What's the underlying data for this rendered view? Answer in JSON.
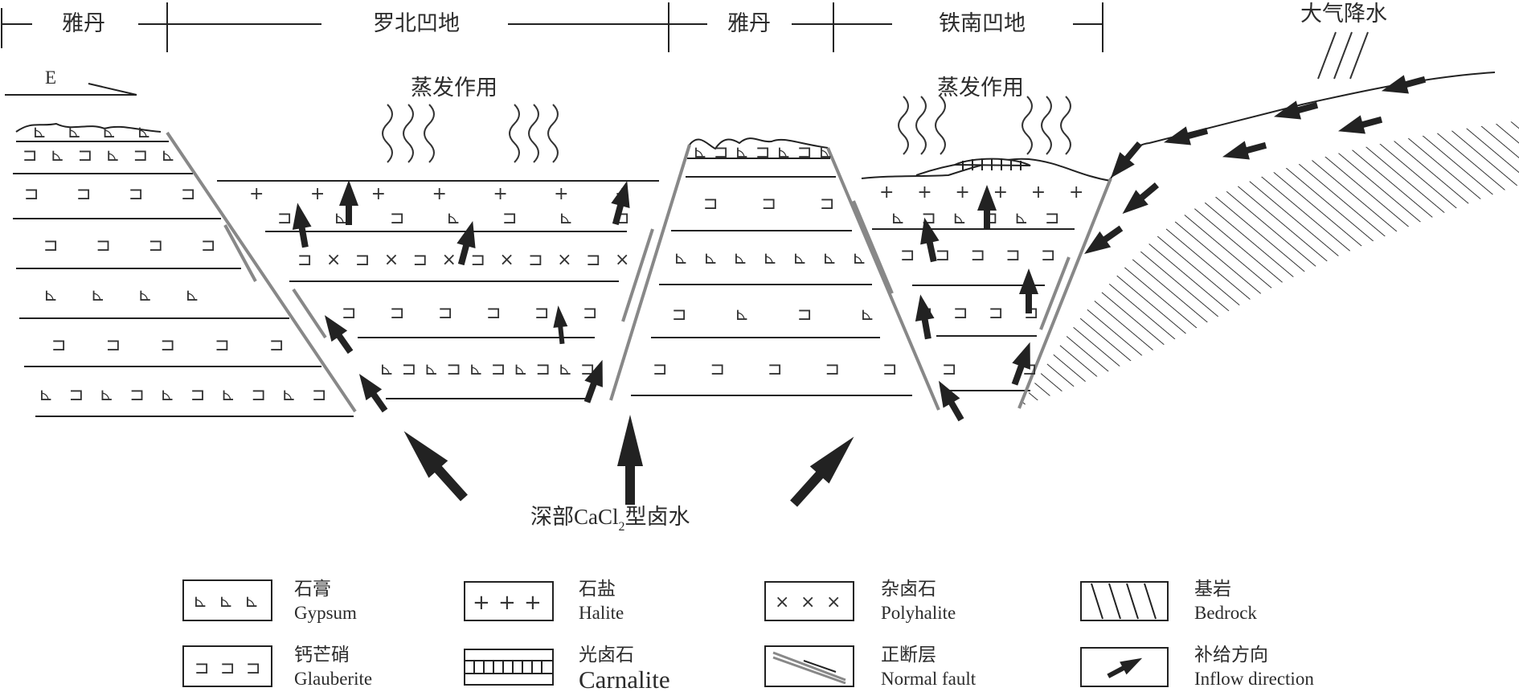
{
  "header": {
    "regions": [
      "雅丹",
      "罗北凹地",
      "雅丹",
      "铁南凹地"
    ],
    "precipitation": "大气降水"
  },
  "direction": "E",
  "evaporation": [
    "蒸发作用",
    "蒸发作用"
  ],
  "deep_brine": {
    "prefix": "深部CaCl",
    "subscript": "2",
    "suffix": "型卤水"
  },
  "legend": [
    {
      "cn": "石膏",
      "en": "Gypsum"
    },
    {
      "cn": "石盐",
      "en": "Halite"
    },
    {
      "cn": "杂卤石",
      "en": "Polyhalite"
    },
    {
      "cn": "基岩",
      "en": "Bedrock"
    },
    {
      "cn": "钙芒硝",
      "en": "Glauberite"
    },
    {
      "cn": "光卤石",
      "en": "Carnalite"
    },
    {
      "cn": "正断层",
      "en": "Normal fault"
    },
    {
      "cn": "补给方向",
      "en": "Inflow direction"
    }
  ],
  "symbols": {
    "glauberite": "⊐",
    "gypsum": "⊾",
    "halite": "+",
    "polyhalite": "×"
  }
}
